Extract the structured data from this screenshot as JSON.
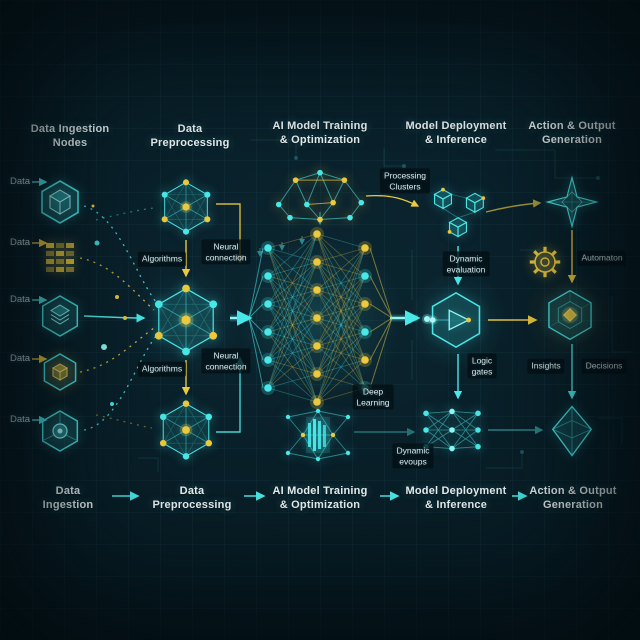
{
  "colors": {
    "background": "#071b23",
    "cyan": "#49e8e8",
    "yellow": "#ecc93f",
    "text": "#e9f4f6"
  },
  "stages_top": [
    {
      "label": "Data Ingestion\nNodes"
    },
    {
      "label": "Data\nPreprocessing"
    },
    {
      "label": "AI Model Training\n& Optimization"
    },
    {
      "label": "Model Deployment\n& Inference"
    },
    {
      "label": "Action & Output\nGeneration"
    }
  ],
  "stages_bottom": [
    {
      "label": "Data\nIngestion"
    },
    {
      "label": "Data\nPreprocessing"
    },
    {
      "label": "AI Model Training\n& Optimization"
    },
    {
      "label": "Model Deployment\n& Inference"
    },
    {
      "label": "Action & Output\nGeneration"
    }
  ],
  "ingestion": {
    "inputs": [
      {
        "label": "Data"
      },
      {
        "label": "Data"
      },
      {
        "label": "Data"
      },
      {
        "label": "Data"
      },
      {
        "label": "Data"
      }
    ]
  },
  "preprocessing": {
    "algorithms_top": "Algorithms",
    "neural_connection_top": "Neural\nconnection",
    "algorithms_bottom": "Algorithms",
    "neural_connection_bottom": "Neural\nconnection"
  },
  "training": {
    "deep_learning": "Deep\nLearning"
  },
  "deployment": {
    "processing_clusters": "Processing\nClusters",
    "dynamic_evaluation": "Dynamic\nevaluation",
    "logic_gates": "Logic\ngates",
    "dynamic_evoups": "Dynamic\nevoups"
  },
  "output": {
    "automaton": "Automaton",
    "insights": "Insights",
    "decisions": "Decisions"
  },
  "icons": {
    "ingestion": [
      "hexagon-cube-icon",
      "data-grid-icon",
      "layered-hexagon-icon",
      "hexagon-cube-yellow-icon",
      "hexagon-sphere-icon"
    ],
    "preprocessing": [
      "molecule-network-icon",
      "molecule-network-icon",
      "molecule-network-icon"
    ],
    "training": [
      "constellation-network-icon",
      "neural-network",
      "signal-bars-network-icon"
    ],
    "deployment": [
      "cube-cluster-icon",
      "logic-gate-hexagon-icon",
      "dots-network-icon"
    ],
    "output": [
      "sparkle-star-icon",
      "gear-icon",
      "hexagon-core-icon",
      "diamond-icon"
    ]
  }
}
